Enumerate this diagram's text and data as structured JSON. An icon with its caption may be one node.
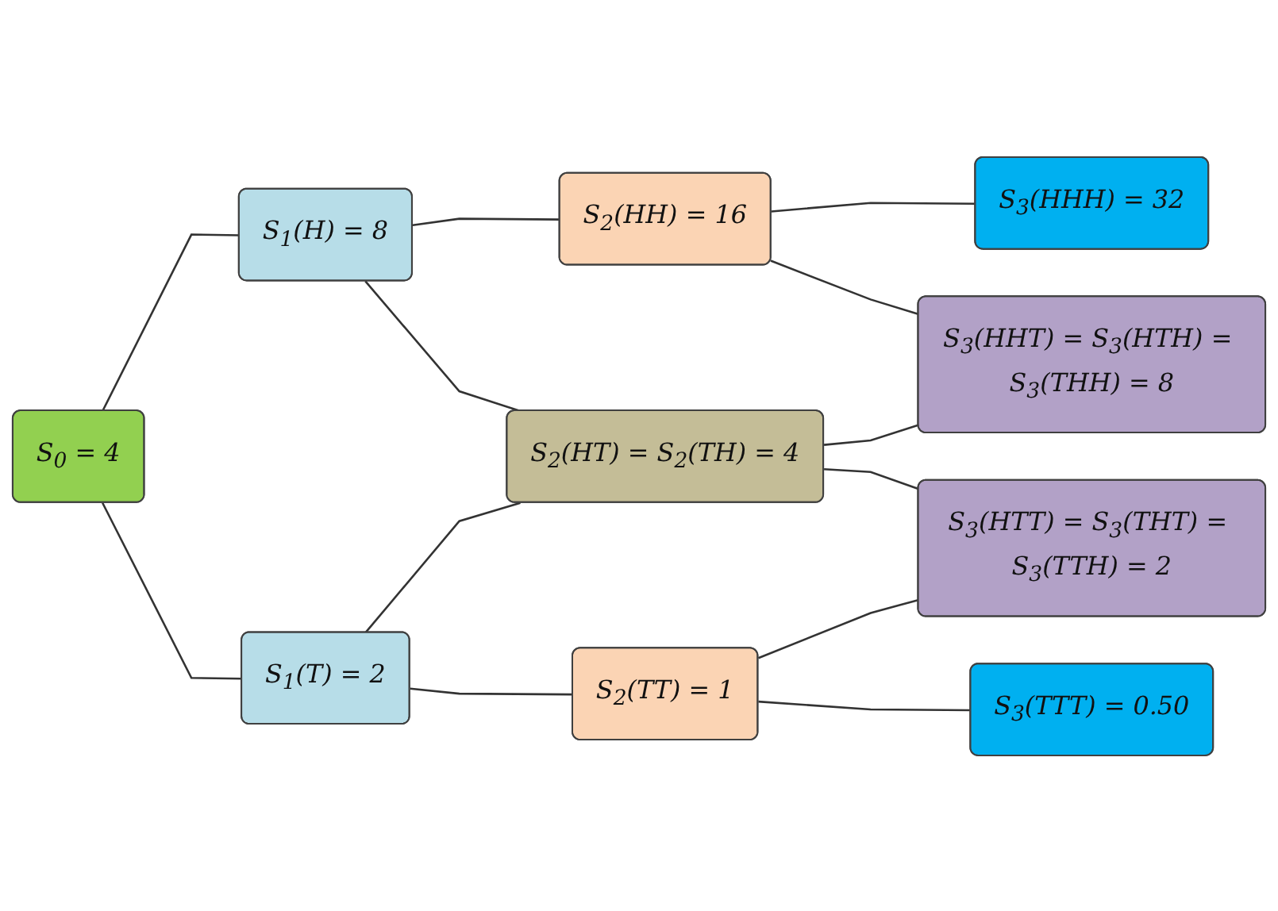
{
  "diagram": {
    "nodes": [
      {
        "text": [
          "S$_{0}$ = 4"
        ]
      },
      {
        "text": [
          "S$_{1}$(H) = 8"
        ]
      },
      {
        "text": [
          "S$_{1}$(T) = 2"
        ]
      },
      {
        "text": [
          "S$_{2}$(HH) = 16"
        ]
      },
      {
        "text": [
          "S$_{2}$(HT) = S$_{2}$(TH) = 4"
        ]
      },
      {
        "text": [
          "S$_{2}$(TT) = 1"
        ]
      },
      {
        "text": [
          "S$_{3}$(HHH) = 32"
        ]
      },
      {
        "text": [
          "S$_{3}$(HHT) = S$_{3}$(HTH) = S$_{3}$(THH) = 8"
        ]
      },
      {
        "text": [
          "S$_{3}$(HTT) = S$_{3}$(THT) = S$_{3}$(TTH) = 2"
        ]
      },
      {
        "text": [
          "S$_{3}$(TTT) = 0.50"
        ]
      }
    ],
    "edges": [
      {
        "from": 0,
        "to": 1,
        "arrow": "none"
      },
      {
        "from": 0,
        "to": 2,
        "arrow": "none"
      },
      {
        "from": 1,
        "to": 3,
        "arrow": "none"
      },
      {
        "from": 1,
        "to": 4,
        "arrow": "none"
      },
      {
        "from": 2,
        "to": 4,
        "arrow": "none"
      },
      {
        "from": 2,
        "to": 5,
        "arrow": "none"
      },
      {
        "from": 3,
        "to": 6,
        "arrow": "none"
      },
      {
        "from": 3,
        "to": 7,
        "arrow": "none"
      },
      {
        "from": 4,
        "to": 7,
        "arrow": "none"
      },
      {
        "from": 4,
        "to": 8,
        "arrow": "none"
      },
      {
        "from": 5,
        "to": 8,
        "arrow": "none"
      },
      {
        "from": 5,
        "to": 9,
        "arrow": "none"
      }
    ]
  }
}
